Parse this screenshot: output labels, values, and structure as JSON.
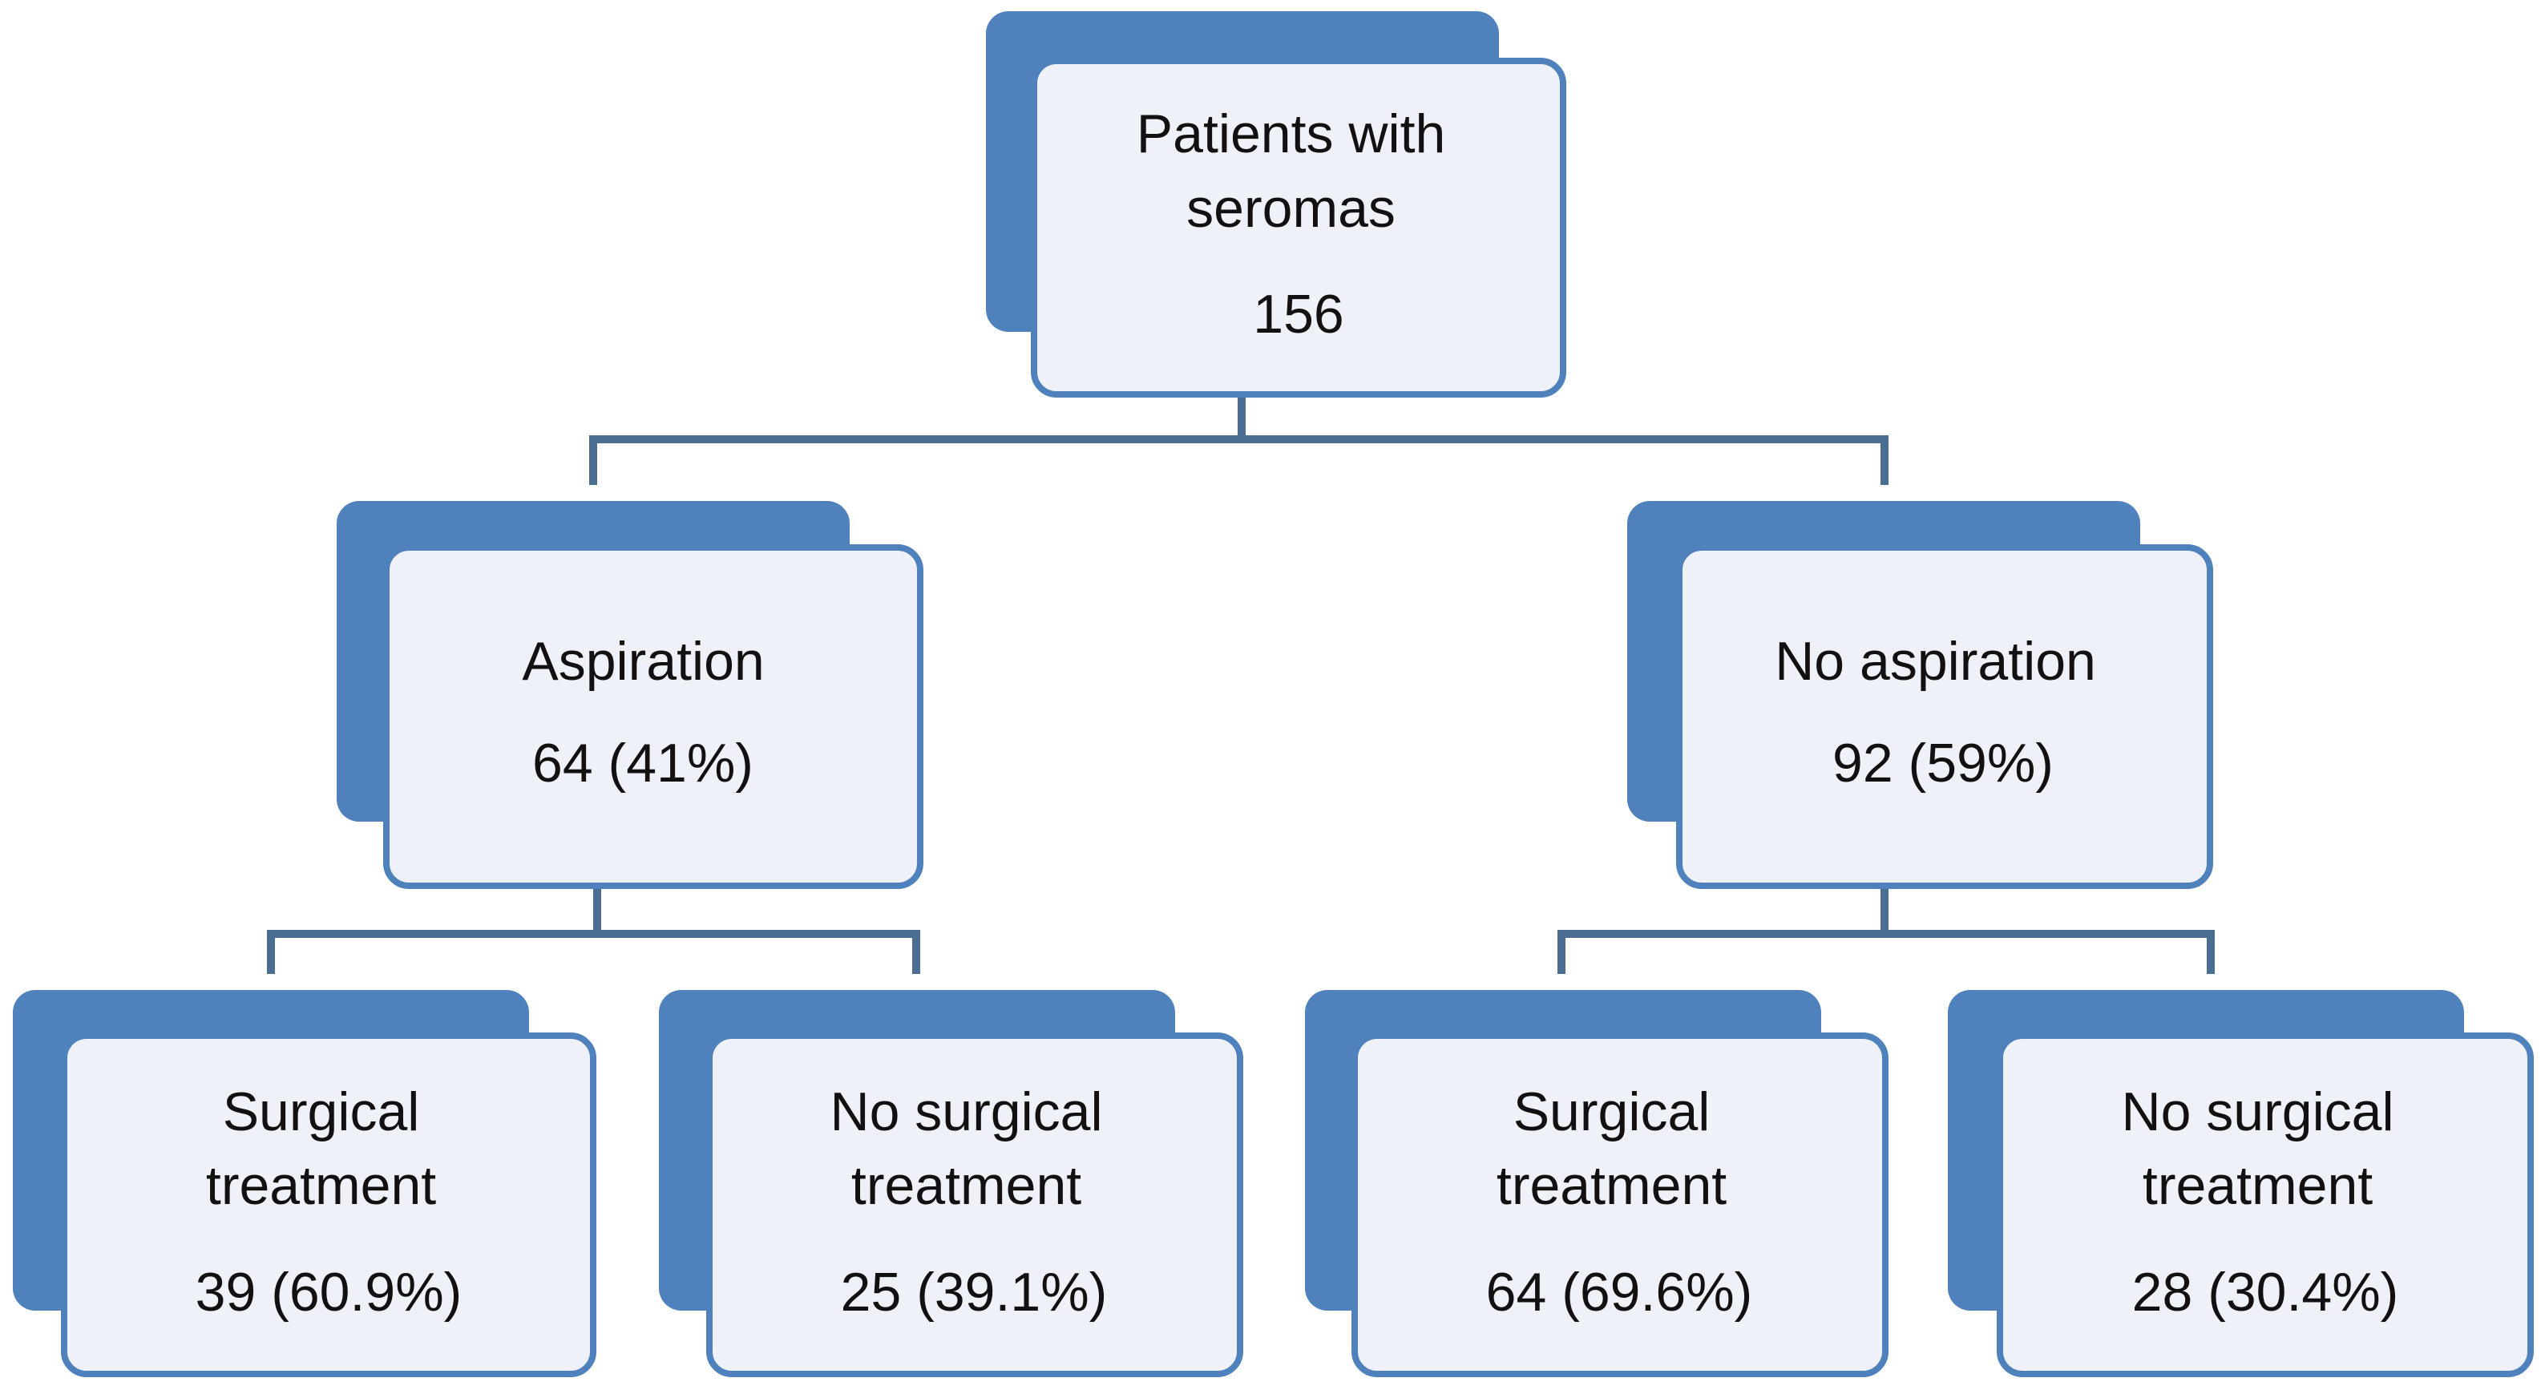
{
  "colors": {
    "back_panel": "#4f81bd",
    "front_fill": "#eef2f8",
    "front_stroke": "#4f81bd",
    "connector": "#4a6d92",
    "text": "#111111"
  },
  "nodes": {
    "root": {
      "lines": [
        "Patients with",
        "seromas",
        "156"
      ]
    },
    "aspiration": {
      "lines": [
        "Aspiration",
        "64 (41%)"
      ]
    },
    "no_aspiration": {
      "lines": [
        "No aspiration",
        "92 (59%)"
      ]
    },
    "asp_surgical": {
      "lines": [
        "Surgical",
        "treatment",
        "39 (60.9%)"
      ]
    },
    "asp_no_surgical": {
      "lines": [
        "No surgical",
        "treatment",
        "25 (39.1%)"
      ]
    },
    "noasp_surgical": {
      "lines": [
        "Surgical",
        "treatment",
        "64 (69.6%)"
      ]
    },
    "noasp_no_surgical": {
      "lines": [
        "No surgical",
        "treatment",
        "28 (30.4%)"
      ]
    }
  }
}
